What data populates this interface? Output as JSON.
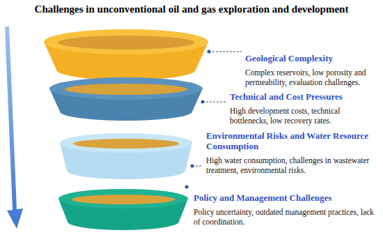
{
  "diagram": {
    "title": "Challenges in unconventional oil and gas exploration and development",
    "nodes": [
      {
        "text": [
          "Geological Complexity",
          "Complex reservoirs, low porosity and permeability, evaluation challenges."
        ]
      },
      {
        "text": [
          "Technical and Cost Pressures",
          "High development costs, technical bottlenecks, low recovery rates."
        ]
      },
      {
        "text": [
          "Environmental Risks and Water Resource Consumption",
          "High water consumption, challenges in wastewater treatment, environmental risks."
        ]
      },
      {
        "text": [
          "Policy and Management Challenges",
          "Policy uncertainty, outdated management practices, lack of coordination."
        ]
      }
    ]
  }
}
